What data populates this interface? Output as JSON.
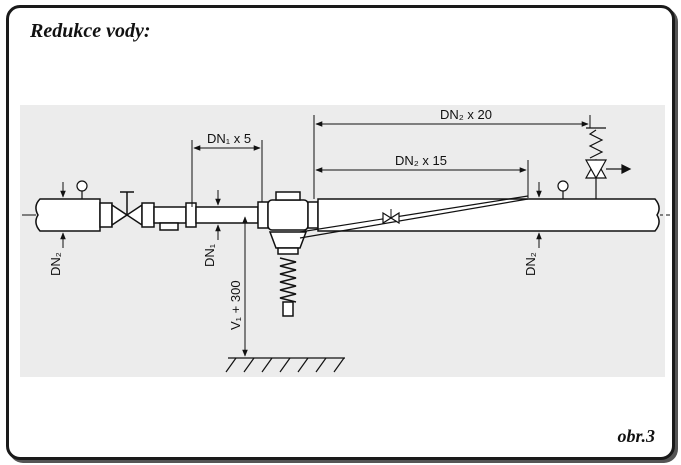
{
  "title": "Redukce vody:",
  "figure_ref": "obr.3",
  "labels": {
    "dn2_x20": "DN₂ x 20",
    "dn2_x15": "DN₂ x 15",
    "dn1_x5": "DN₁ x 5",
    "dn2_left": "DN₂",
    "dn1": "DN₁",
    "v1_300": "V₁ + 300",
    "dn2_right": "DN₂"
  },
  "colors": {
    "line": "#111111",
    "panel": "#ececec"
  }
}
